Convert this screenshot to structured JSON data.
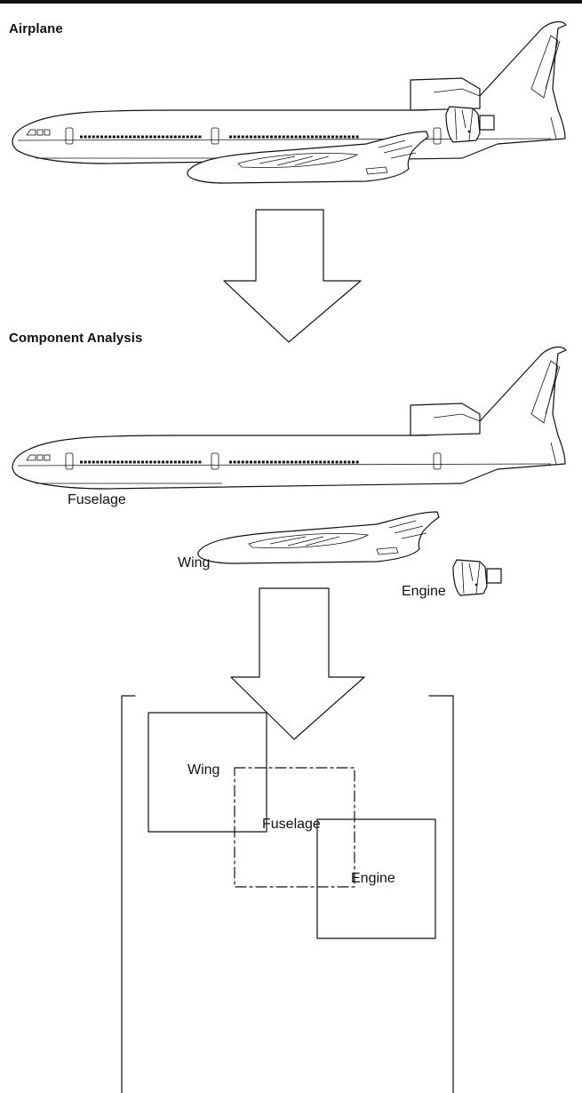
{
  "titles": {
    "airplane": "Airplane",
    "component_analysis": "Component Analysis"
  },
  "components": {
    "fuselage": "Fuselage",
    "wing": "Wing",
    "engine": "Engine"
  },
  "box_labels": {
    "wing": "Wing",
    "fuselage": "Fuselage",
    "engine": "Engine"
  }
}
